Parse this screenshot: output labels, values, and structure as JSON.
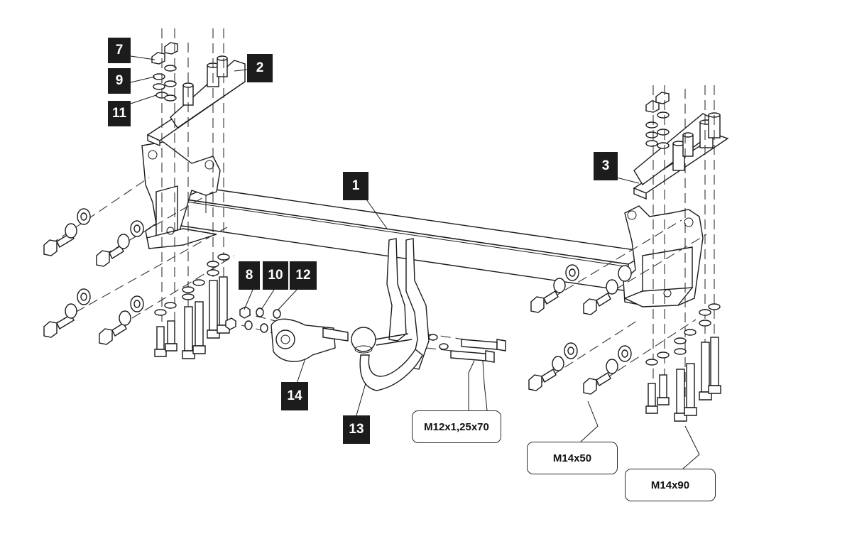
{
  "callouts": [
    {
      "id": "p1",
      "label": "1"
    },
    {
      "id": "p2",
      "label": "2"
    },
    {
      "id": "p3",
      "label": "3"
    },
    {
      "id": "p7",
      "label": "7"
    },
    {
      "id": "p8",
      "label": "8"
    },
    {
      "id": "p9",
      "label": "9"
    },
    {
      "id": "p10",
      "label": "10"
    },
    {
      "id": "p11",
      "label": "11"
    },
    {
      "id": "p12",
      "label": "12"
    },
    {
      "id": "p13",
      "label": "13"
    },
    {
      "id": "p14",
      "label": "14"
    }
  ],
  "specs": {
    "m12": "M12x1,25x70",
    "m14x50": "M14x50",
    "m14x90": "M14x90"
  },
  "colors": {
    "label_bg": "#1c1c1c",
    "label_text": "#ffffff",
    "line": "#1a1a1a"
  }
}
